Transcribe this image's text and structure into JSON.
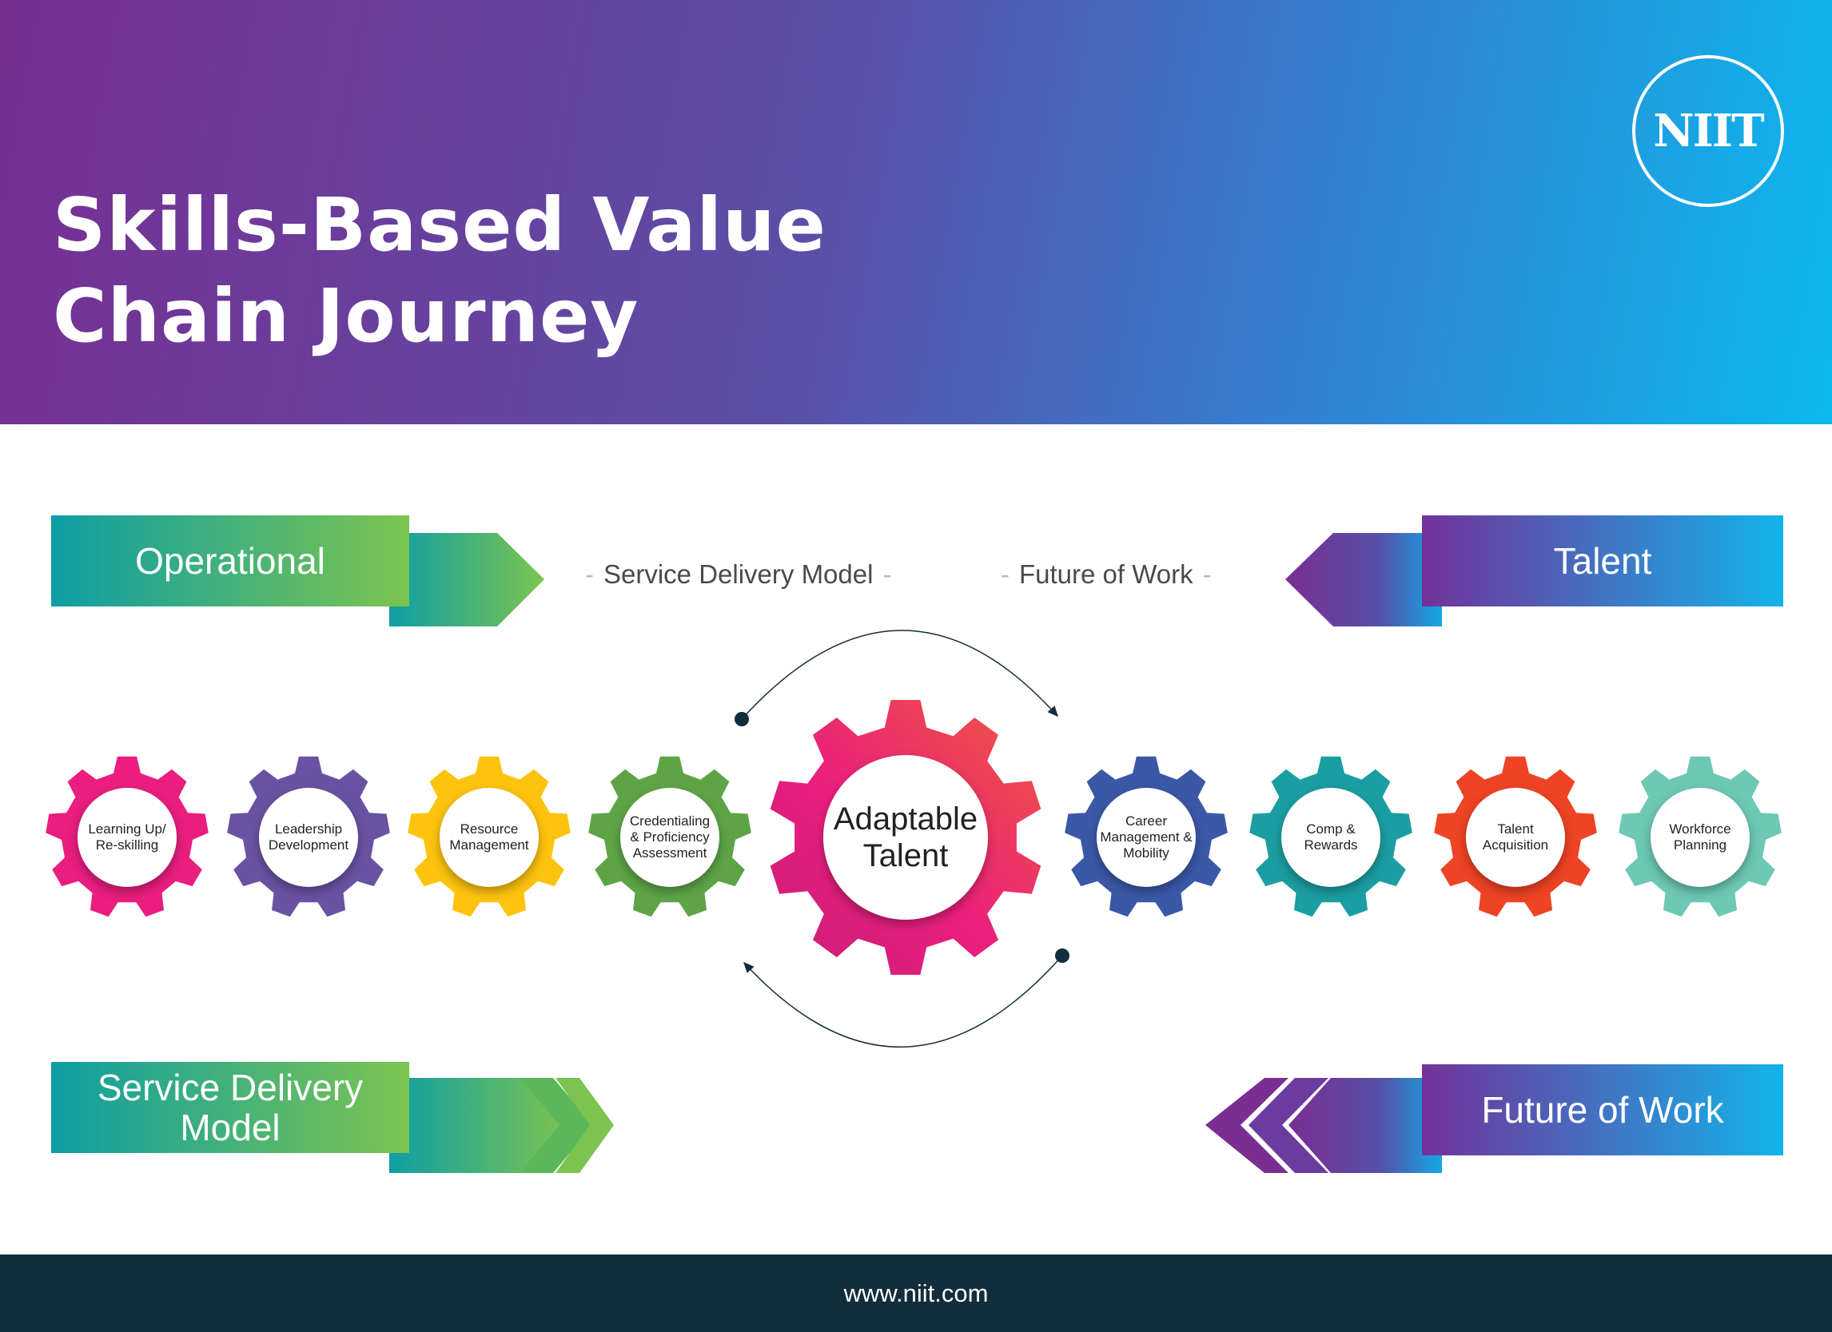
{
  "header": {
    "title_line1": "Skills-Based Value",
    "title_line2": "Chain Journey",
    "logo_text": "NIIT"
  },
  "banners": {
    "operational": "Operational",
    "talent": "Talent",
    "service_delivery_model": "Service Delivery Model",
    "future_of_work": "Future of Work"
  },
  "connectors": {
    "left": "Service Delivery Model",
    "right": "Future of Work"
  },
  "center": {
    "label": "Adaptable\nTalent"
  },
  "gears": [
    {
      "label": "Learning Up/\nRe-skilling",
      "color": "#e91e7f"
    },
    {
      "label": "Leadership\nDevelopment",
      "color": "#6a52a2"
    },
    {
      "label": "Resource\nManagement",
      "color": "#fdc30f"
    },
    {
      "label": "Credentialing\n& Proficiency\nAssessment",
      "color": "#5ea447"
    },
    {
      "label": "Career\nManagement &\nMobility",
      "color": "#3b58a7"
    },
    {
      "label": "Comp &\nRewards",
      "color": "#1b9ea2"
    },
    {
      "label": "Talent\nAcquisition",
      "color": "#ee4324"
    },
    {
      "label": "Workforce\nPlanning",
      "color": "#6dc8b5"
    }
  ],
  "footer": {
    "url": "www.niit.com"
  }
}
